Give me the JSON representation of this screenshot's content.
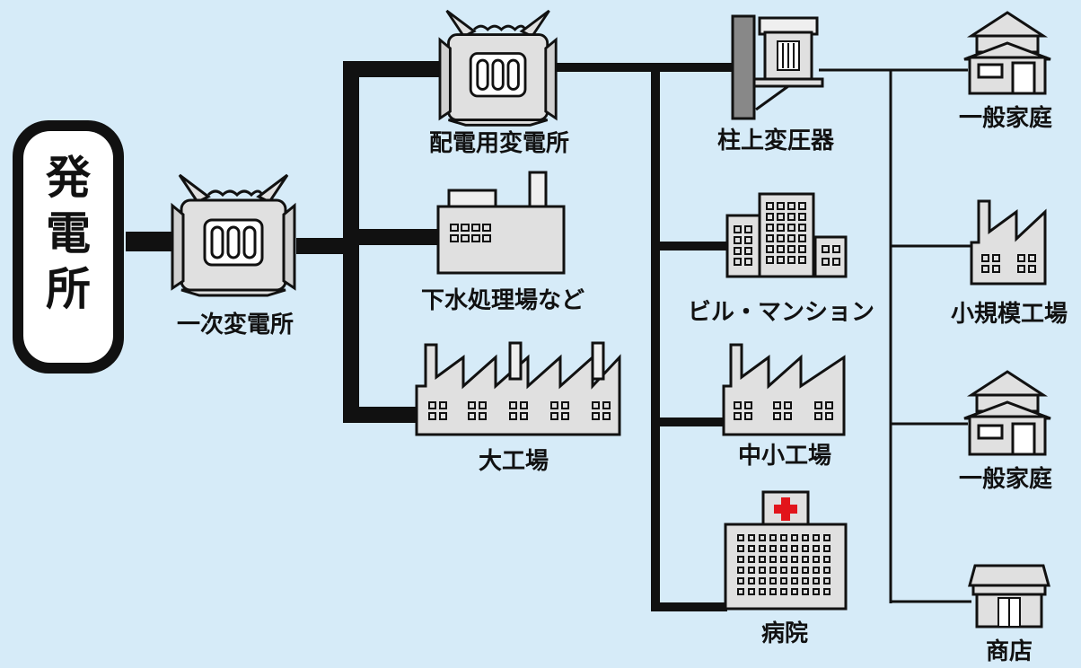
{
  "colors": {
    "background": "#d6ebf8",
    "line": "#111111",
    "fill_gray": "#e0e0e0",
    "fill_light": "#efefef",
    "panel": "#ffffff",
    "red_cross": "#e2141a"
  },
  "nodes": {
    "power_plant": {
      "label": "発電所",
      "icon": "power-plant-box"
    },
    "primary_substation": {
      "label": "一次変電所",
      "icon": "transformer-icon"
    },
    "distribution_substation": {
      "label": "配電用変電所",
      "icon": "transformer-icon"
    },
    "sewage_plant": {
      "label": "下水処理場など",
      "icon": "sewage-plant-icon"
    },
    "large_factory": {
      "label": "大工場",
      "icon": "factory-icon"
    },
    "pole_transformer": {
      "label": "柱上変圧器",
      "icon": "pole-transformer-icon"
    },
    "buildings": {
      "label": "ビル・マンション",
      "icon": "buildings-icon"
    },
    "mid_factory": {
      "label": "中小工場",
      "icon": "factory-icon"
    },
    "hospital": {
      "label": "病院",
      "icon": "hospital-icon"
    },
    "house_1": {
      "label": "一般家庭",
      "icon": "house-icon"
    },
    "small_factory": {
      "label": "小規模工場",
      "icon": "factory-icon"
    },
    "house_2": {
      "label": "一般家庭",
      "icon": "house-icon"
    },
    "shop": {
      "label": "商店",
      "icon": "shop-icon"
    }
  }
}
